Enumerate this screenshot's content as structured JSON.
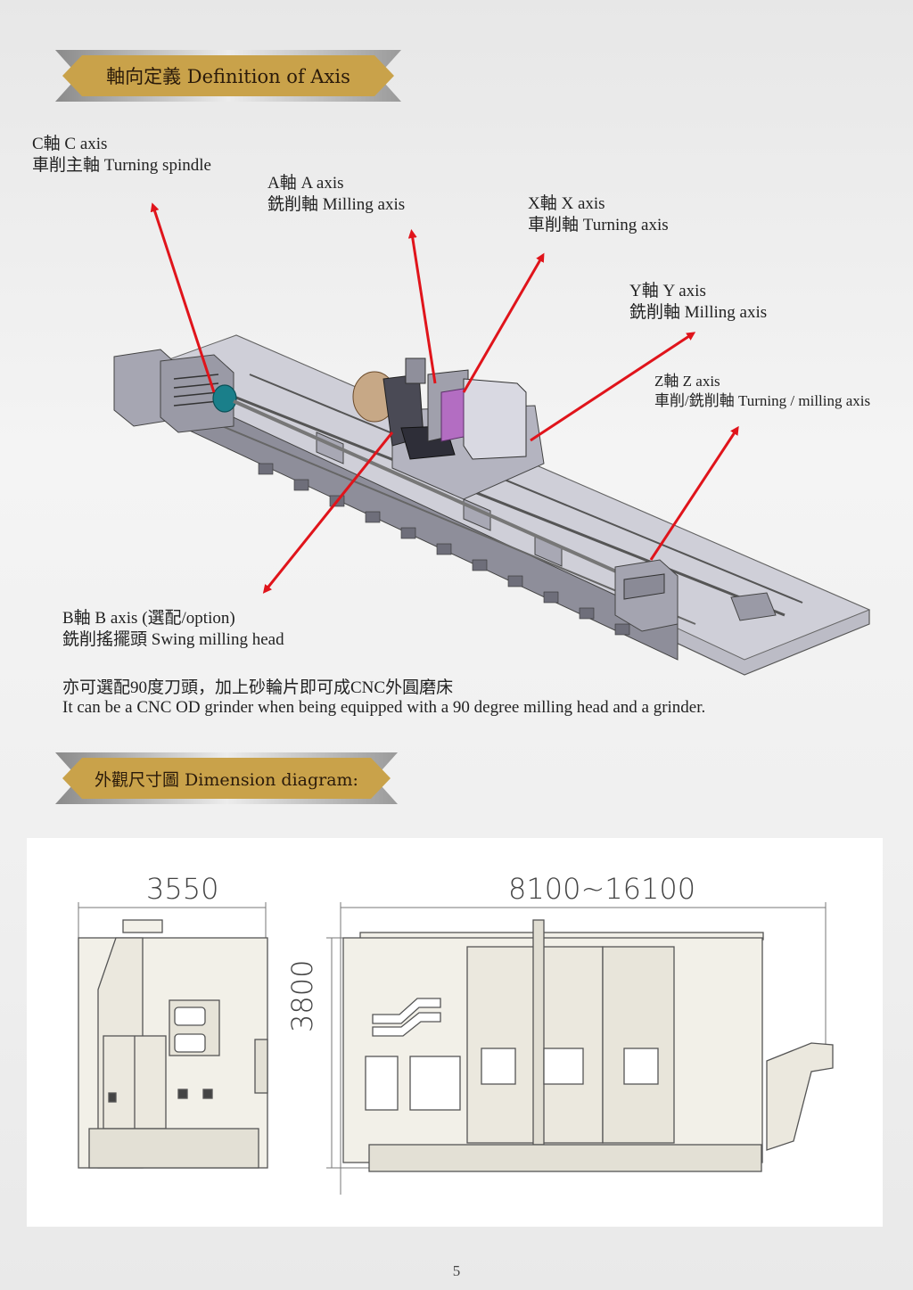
{
  "sections": {
    "axis_title": "軸向定義 Definition of Axis",
    "dimension_title": "外觀尺寸圖  Dimension diagram:"
  },
  "axes": {
    "c": {
      "line1": "C軸 C axis",
      "line2": "車削主軸 Turning spindle"
    },
    "a": {
      "line1": "A軸 A axis",
      "line2": "銑削軸 Milling axis"
    },
    "x": {
      "line1": "X軸 X axis",
      "line2": "車削軸 Turning axis"
    },
    "y": {
      "line1": "Y軸 Y axis",
      "line2": "銑削軸 Milling axis"
    },
    "z": {
      "line1": "Z軸 Z axis",
      "line2": "車削/銑削軸 Turning / milling axis"
    },
    "b": {
      "line1": "B軸 B axis (選配/option)",
      "line2": "銑削搖擺頭 Swing milling head"
    }
  },
  "note": {
    "zh": "亦可選配90度刀頭，加上砂輪片即可成CNC外圓磨床",
    "en": "It can be a CNC OD grinder when being equipped with a 90 degree milling head  and a grinder."
  },
  "dimensions": {
    "width": "3550",
    "length": "8100~16100",
    "height": "3800"
  },
  "page_number": "5",
  "colors": {
    "banner_gold": "#c9a24a",
    "arrow_red": "#e0141b",
    "machine_grey": "#9a9aa6"
  }
}
